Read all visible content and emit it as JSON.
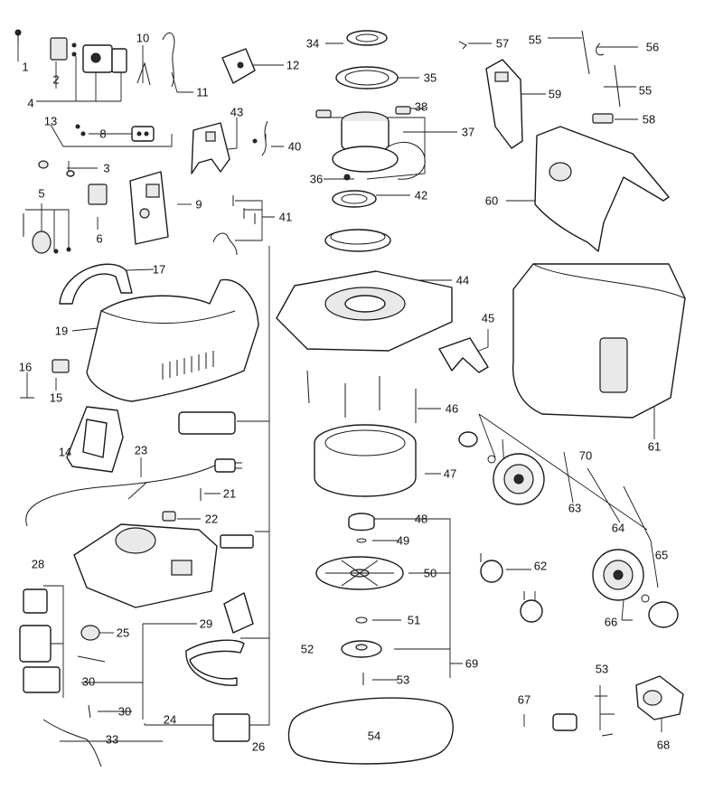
{
  "callouts": [
    {
      "id": "c1",
      "text": "1"
    },
    {
      "id": "c2",
      "text": "2"
    },
    {
      "id": "c3",
      "text": "3"
    },
    {
      "id": "c4",
      "text": "4"
    },
    {
      "id": "c5",
      "text": "5"
    },
    {
      "id": "c6",
      "text": "6"
    },
    {
      "id": "c8",
      "text": "8"
    },
    {
      "id": "c9",
      "text": "9"
    },
    {
      "id": "c10",
      "text": "10"
    },
    {
      "id": "c11",
      "text": "11"
    },
    {
      "id": "c12",
      "text": "12"
    },
    {
      "id": "c13",
      "text": "13"
    },
    {
      "id": "c14",
      "text": "14"
    },
    {
      "id": "c15",
      "text": "15"
    },
    {
      "id": "c16",
      "text": "16"
    },
    {
      "id": "c17",
      "text": "17"
    },
    {
      "id": "c19",
      "text": "19"
    },
    {
      "id": "c21",
      "text": "21"
    },
    {
      "id": "c22",
      "text": "22"
    },
    {
      "id": "c23",
      "text": "23"
    },
    {
      "id": "c24",
      "text": "24"
    },
    {
      "id": "c25",
      "text": "25"
    },
    {
      "id": "c26",
      "text": "26"
    },
    {
      "id": "c28",
      "text": "28"
    },
    {
      "id": "c29",
      "text": "29"
    },
    {
      "id": "c30a",
      "text": "30"
    },
    {
      "id": "c30b",
      "text": "30"
    },
    {
      "id": "c33",
      "text": "33"
    },
    {
      "id": "c34",
      "text": "34"
    },
    {
      "id": "c35",
      "text": "35"
    },
    {
      "id": "c36",
      "text": "36"
    },
    {
      "id": "c37",
      "text": "37"
    },
    {
      "id": "c38",
      "text": "38"
    },
    {
      "id": "c40",
      "text": "40"
    },
    {
      "id": "c41",
      "text": "41"
    },
    {
      "id": "c42",
      "text": "42"
    },
    {
      "id": "c43",
      "text": "43"
    },
    {
      "id": "c44",
      "text": "44"
    },
    {
      "id": "c45",
      "text": "45"
    },
    {
      "id": "c46",
      "text": "46"
    },
    {
      "id": "c47",
      "text": "47"
    },
    {
      "id": "c48",
      "text": "48"
    },
    {
      "id": "c49",
      "text": "49"
    },
    {
      "id": "c50",
      "text": "50"
    },
    {
      "id": "c51",
      "text": "51"
    },
    {
      "id": "c52",
      "text": "52"
    },
    {
      "id": "c53a",
      "text": "53"
    },
    {
      "id": "c53b",
      "text": "53"
    },
    {
      "id": "c54",
      "text": "54"
    },
    {
      "id": "c55a",
      "text": "55"
    },
    {
      "id": "c55b",
      "text": "55"
    },
    {
      "id": "c56",
      "text": "56"
    },
    {
      "id": "c57",
      "text": "57"
    },
    {
      "id": "c58",
      "text": "58"
    },
    {
      "id": "c59",
      "text": "59"
    },
    {
      "id": "c60",
      "text": "60"
    },
    {
      "id": "c61",
      "text": "61"
    },
    {
      "id": "c62",
      "text": "62"
    },
    {
      "id": "c63",
      "text": "63"
    },
    {
      "id": "c64",
      "text": "64"
    },
    {
      "id": "c65",
      "text": "65"
    },
    {
      "id": "c66",
      "text": "66"
    },
    {
      "id": "c67",
      "text": "67"
    },
    {
      "id": "c68",
      "text": "68"
    },
    {
      "id": "c69",
      "text": "69"
    },
    {
      "id": "c70",
      "text": "70"
    }
  ]
}
